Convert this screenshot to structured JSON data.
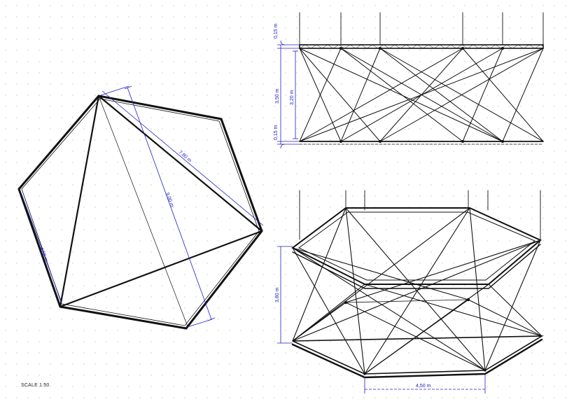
{
  "drawing": {
    "scale_label": "SCALE 1:50",
    "plan": {
      "side_dim": "4,50 m",
      "diag_dim": "9,00 m",
      "chord_dim": "7,80 m"
    },
    "elevation": {
      "top_band_dim": "0,15 m",
      "total_height_dim": "3,50 m",
      "inner_height_dim": "3,20 m",
      "bottom_band_dim": "0,15 m"
    },
    "perspective": {
      "height_dim": "3,80 m",
      "width_dim": "4,50 m"
    },
    "colors": {
      "structure": "#111111",
      "dimension": "#2020c0",
      "grid_dot": "#c8c8c8"
    }
  }
}
